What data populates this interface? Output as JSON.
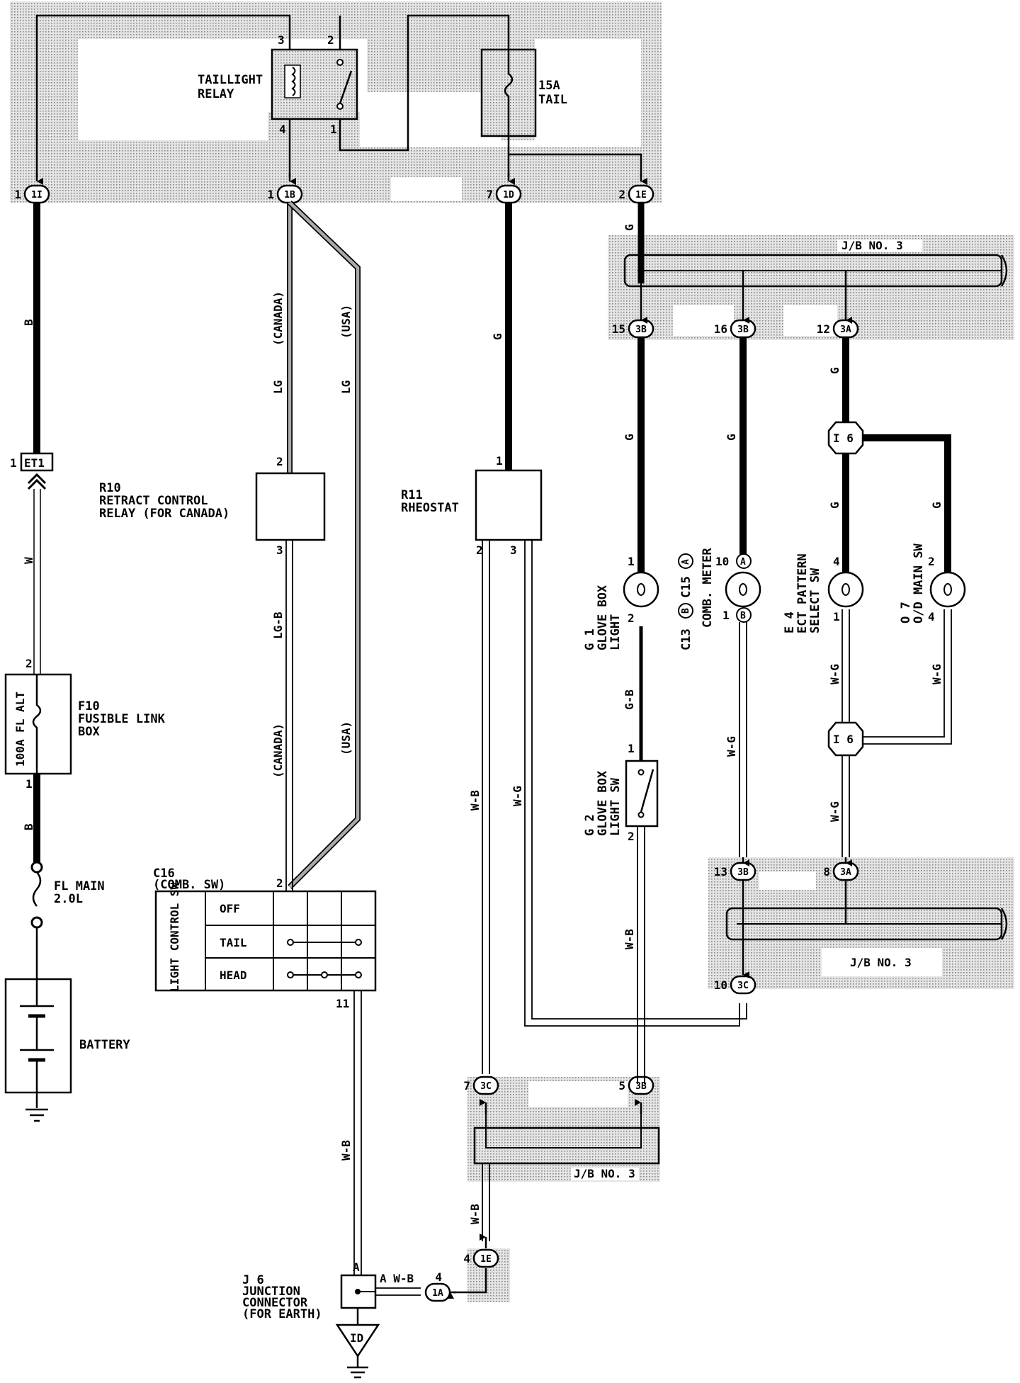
{
  "components": {
    "taillight_relay": {
      "label1": "TAILLIGHT",
      "label2": "RELAY",
      "pins": [
        "3",
        "2",
        "4",
        "1"
      ]
    },
    "fuse_tail": {
      "label1": "15A",
      "label2": "TAIL"
    },
    "et1": {
      "id": "ET1",
      "pin": "1"
    },
    "f10": {
      "id": "F10",
      "label1": "FUSIBLE LINK",
      "label2": "BOX",
      "fuse": "100A FL ALT",
      "pin_top": "2",
      "pin_bottom": "1"
    },
    "fl_main": {
      "label1": "FL MAIN",
      "label2": "2.0L"
    },
    "battery": {
      "label": "BATTERY"
    },
    "r10": {
      "id": "R10",
      "label1": "RETRACT CONTROL",
      "label2": "RELAY (FOR CANADA)",
      "pin_top": "2",
      "pin_bottom": "3"
    },
    "r11": {
      "id": "R11",
      "label": "RHEOSTAT",
      "pin_top": "1",
      "pin_left": "2",
      "pin_right": "3"
    },
    "c16": {
      "id": "C16",
      "label": "(COMB. SW)",
      "side": "LIGHT CONTROL SW",
      "rows": [
        "OFF",
        "TAIL",
        "HEAD"
      ],
      "pin_top": "2",
      "pin_bottom": "11"
    },
    "g1": {
      "id": "G 1",
      "label1": "GLOVE BOX",
      "label2": "LIGHT",
      "pin_top": "1",
      "pin_bottom": "2"
    },
    "c13": {
      "id": "C13",
      "id_b": "B",
      "id2": "C15",
      "id_a": "A",
      "label": "COMB. METER",
      "pin_top": "10",
      "pin_top_conn": "A",
      "pin_bottom": "1",
      "pin_bottom_conn": "B"
    },
    "e4": {
      "id": "E 4",
      "label1": "ECT PATTERN",
      "label2": "SELECT SW",
      "pin_top": "4",
      "pin_bottom": "1"
    },
    "o7": {
      "id": "O 7",
      "label": "O/D MAIN SW",
      "pin_top": "2",
      "pin_bottom": "4"
    },
    "g2": {
      "id": "G 2",
      "label1": "GLOVE BOX",
      "label2": "LIGHT SW",
      "pin_top": "1",
      "pin_bottom": "2"
    },
    "j6": {
      "id": "J 6",
      "label1": "JUNCTION",
      "label2": "CONNECTOR",
      "label3": "(FOR EARTH)",
      "pin": "A",
      "ground": "ID"
    }
  },
  "connectors": [
    {
      "pin": "1",
      "code": "1I"
    },
    {
      "pin": "1",
      "code": "1B"
    },
    {
      "pin": "7",
      "code": "1D"
    },
    {
      "pin": "2",
      "code": "1E"
    },
    {
      "pin": "15",
      "code": "3B"
    },
    {
      "pin": "16",
      "code": "3B"
    },
    {
      "pin": "12",
      "code": "3A"
    },
    {
      "pin": "13",
      "code": "3B"
    },
    {
      "pin": "8",
      "code": "3A"
    },
    {
      "pin": "10",
      "code": "3C"
    },
    {
      "pin": "7",
      "code": "3C"
    },
    {
      "pin": "5",
      "code": "3B"
    },
    {
      "pin": "4",
      "code": "1E"
    },
    {
      "pin": "4",
      "code": "1A"
    }
  ],
  "splices": [
    {
      "code": "I 6"
    },
    {
      "code": "I 6"
    }
  ],
  "junction_blocks": [
    "J/B NO. 3",
    "J/B NO. 3",
    "J/B NO. 3"
  ],
  "wires": {
    "w1": "B",
    "w2": "W",
    "w3": "B",
    "lg_canada_region": "(CANADA)",
    "lg_canada": "LG",
    "lg_usa_region": "(USA)",
    "lg_usa": "LG",
    "lgb": "LG-B",
    "canada2": "(CANADA)",
    "usa2": "(USA)",
    "g_main": "G",
    "g_top": "G",
    "g_gb": "G",
    "g_meter": "G",
    "g_3a": "G",
    "g_e4": "G",
    "g_o7": "G",
    "gb": "G-B",
    "wb_gb": "W-B",
    "wg_meter": "W-G",
    "wg_e4": "W-G",
    "wg_o7": "W-G",
    "wg_e4b": "W-G",
    "wb_r11": "W-B",
    "wg_r11": "W-G",
    "wb_c16": "W-B",
    "wb_jb": "W-B",
    "awb": "A W-B"
  }
}
